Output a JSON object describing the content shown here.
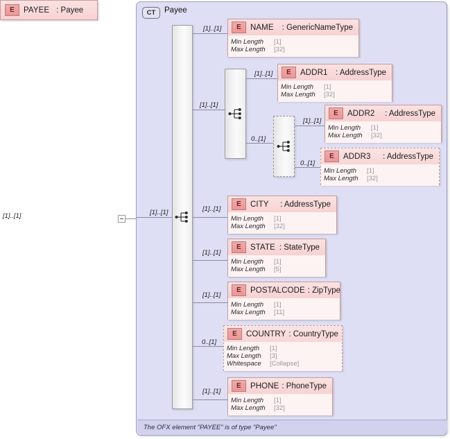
{
  "diagram": {
    "type": "xsd-schema-diagram",
    "root_element": {
      "badge": "E",
      "name": "PAYEE",
      "type": ": Payee",
      "cardinality": "[1]..[1]"
    },
    "complex_type": {
      "badge": "CT",
      "title": "Payee",
      "footer": "The OFX element \"PAYEE\" is of type \"Payee\""
    },
    "facet_labels": {
      "min_length": "Min Length",
      "max_length": "Max Length",
      "whitespace": "Whitespace"
    },
    "elements": [
      {
        "badge": "E",
        "name": "NAME",
        "type": ": GenericNameType",
        "cardinality": "[1]..[1]",
        "optional": false,
        "facets": [
          {
            "label": "Min Length",
            "value": "[1]"
          },
          {
            "label": "Max Length",
            "value": "[32]"
          }
        ]
      },
      {
        "badge": "E",
        "name": "ADDR1",
        "type": ": AddressType",
        "cardinality": "[1]..[1]",
        "optional": false,
        "facets": [
          {
            "label": "Min Length",
            "value": "[1]"
          },
          {
            "label": "Max Length",
            "value": "[32]"
          }
        ]
      },
      {
        "badge": "E",
        "name": "ADDR2",
        "type": ": AddressType",
        "cardinality": "[1]..[1]",
        "optional": false,
        "facets": [
          {
            "label": "Min Length",
            "value": "[1]"
          },
          {
            "label": "Max Length",
            "value": "[32]"
          }
        ]
      },
      {
        "badge": "E",
        "name": "ADDR3",
        "type": ": AddressType",
        "cardinality": "0..[1]",
        "optional": true,
        "facets": [
          {
            "label": "Min Length",
            "value": "[1]"
          },
          {
            "label": "Max Length",
            "value": "[32]"
          }
        ]
      },
      {
        "badge": "E",
        "name": "CITY",
        "type": ": AddressType",
        "cardinality": "[1]..[1]",
        "optional": false,
        "facets": [
          {
            "label": "Min Length",
            "value": "[1]"
          },
          {
            "label": "Max Length",
            "value": "[32]"
          }
        ]
      },
      {
        "badge": "E",
        "name": "STATE",
        "type": ": StateType",
        "cardinality": "[1]..[1]",
        "optional": false,
        "facets": [
          {
            "label": "Min Length",
            "value": "[1]"
          },
          {
            "label": "Max Length",
            "value": "[5]"
          }
        ]
      },
      {
        "badge": "E",
        "name": "POSTALCODE",
        "type": ": ZipType",
        "cardinality": "[1]..[1]",
        "optional": false,
        "facets": [
          {
            "label": "Min Length",
            "value": "[1]"
          },
          {
            "label": "Max Length",
            "value": "[11]"
          }
        ]
      },
      {
        "badge": "E",
        "name": "COUNTRY",
        "type": ": CountryType",
        "cardinality": "0..[1]",
        "optional": true,
        "facets": [
          {
            "label": "Min Length",
            "value": "[1]"
          },
          {
            "label": "Max Length",
            "value": "[3]"
          },
          {
            "label": "Whitespace",
            "value": "[Collapse]"
          }
        ]
      },
      {
        "badge": "E",
        "name": "PHONE",
        "type": ": PhoneType",
        "cardinality": "[1]..[1]",
        "optional": false,
        "facets": [
          {
            "label": "Min Length",
            "value": "[1]"
          },
          {
            "label": "Max Length",
            "value": "[32]"
          }
        ]
      }
    ],
    "compositors": [
      {
        "name": "root-sequence",
        "kind": "sequence",
        "optional": false,
        "cardinality": "[1]..[1]"
      },
      {
        "name": "address-sequence",
        "kind": "sequence",
        "optional": false,
        "cardinality": "[1]..[1]"
      },
      {
        "name": "addr23-sequence",
        "kind": "sequence",
        "optional": true,
        "cardinality": "0..[1]"
      }
    ],
    "colors": {
      "container_fill": "#dedef4",
      "container_border": "#9f9fc0",
      "footer_fill": "#d2d2ee",
      "element_head": "#f9d9d9",
      "element_body": "#fdf3f3",
      "element_border": "#c89b9b",
      "badge_fill": "#f1a0a0",
      "connector_line": "#8a8aa5",
      "sequence_fill": "#f2f2f2"
    }
  }
}
